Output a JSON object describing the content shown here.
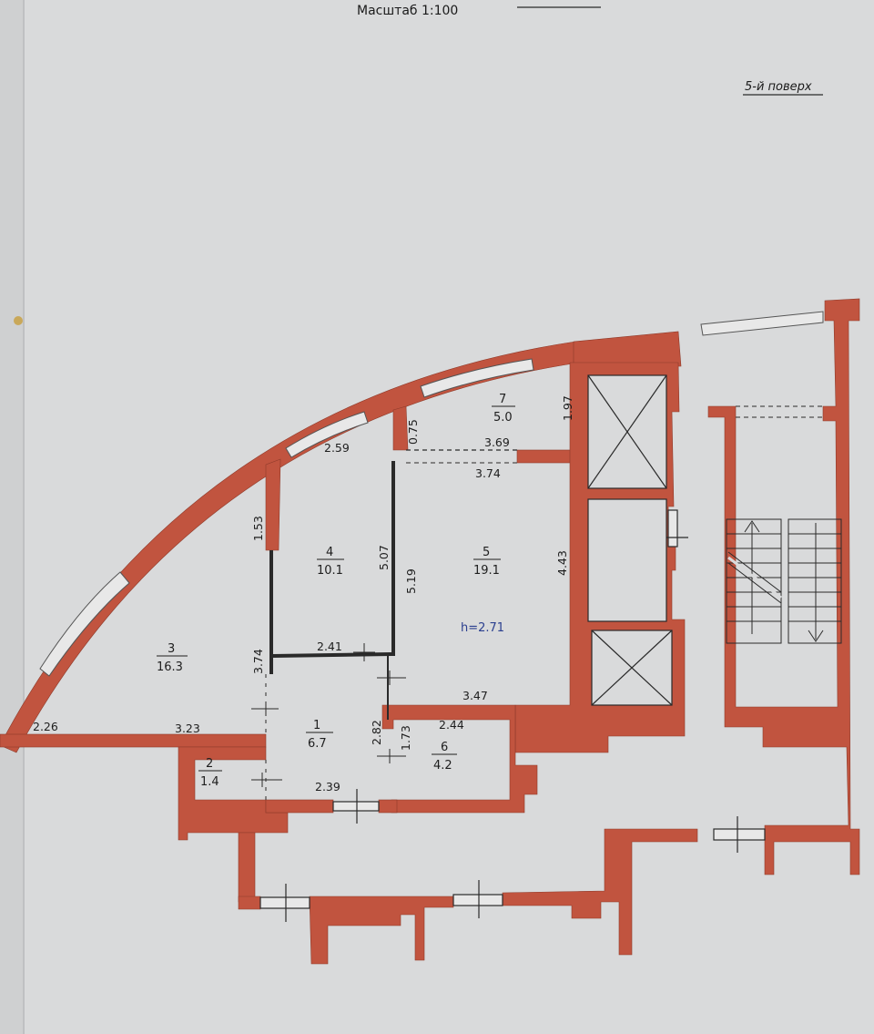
{
  "header": {
    "scale": "Масштаб 1:100",
    "floor": "5-й поверх"
  },
  "colors": {
    "wall": "#c1543f",
    "paper": "#d9dadb",
    "line": "#2a2a2a"
  },
  "ceiling_height": "h=2.71",
  "rooms": [
    {
      "number": "1",
      "area": "6.7"
    },
    {
      "number": "2",
      "area": "1.4"
    },
    {
      "number": "3",
      "area": "16.3"
    },
    {
      "number": "4",
      "area": "10.1"
    },
    {
      "number": "5",
      "area": "19.1"
    },
    {
      "number": "6",
      "area": "4.2"
    },
    {
      "number": "7",
      "area": "5.0"
    }
  ],
  "dimensions": {
    "r3_bottom_left": "2.26",
    "r3_bottom": "3.23",
    "r3_side": "3.74",
    "r4_top": "2.59",
    "r4_side": "1.53",
    "r4_right": "5.07",
    "r4_bottom": "2.41",
    "r5_left": "5.19",
    "r5_top": "3.74",
    "r5_right": "4.43",
    "r5_bottom": "3.47",
    "r7_top": "3.69",
    "r7_left": "0.75",
    "r7_right": "1.97",
    "r1_side": "2.82",
    "r1_bottom": "2.39",
    "r6_top": "2.44",
    "r6_side": "1.73"
  }
}
